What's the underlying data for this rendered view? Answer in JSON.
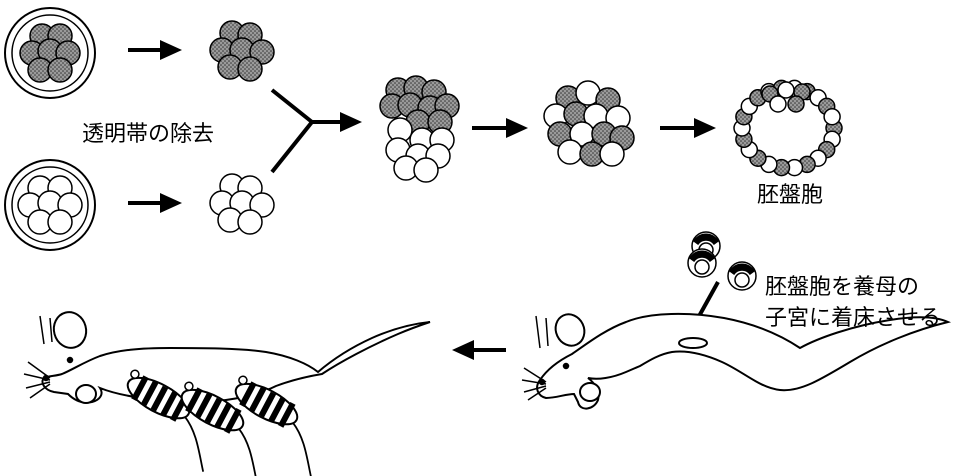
{
  "labels": {
    "zona_removal": "透明帯の除去",
    "blastocyst": "胚盤胞",
    "transfer_line1": "胚盤胞を養母の",
    "transfer_line2": "子宮に着床させる"
  },
  "colors": {
    "ink": "#000000",
    "shaded_cell": "#8c8c8c",
    "white_cell": "#ffffff"
  }
}
